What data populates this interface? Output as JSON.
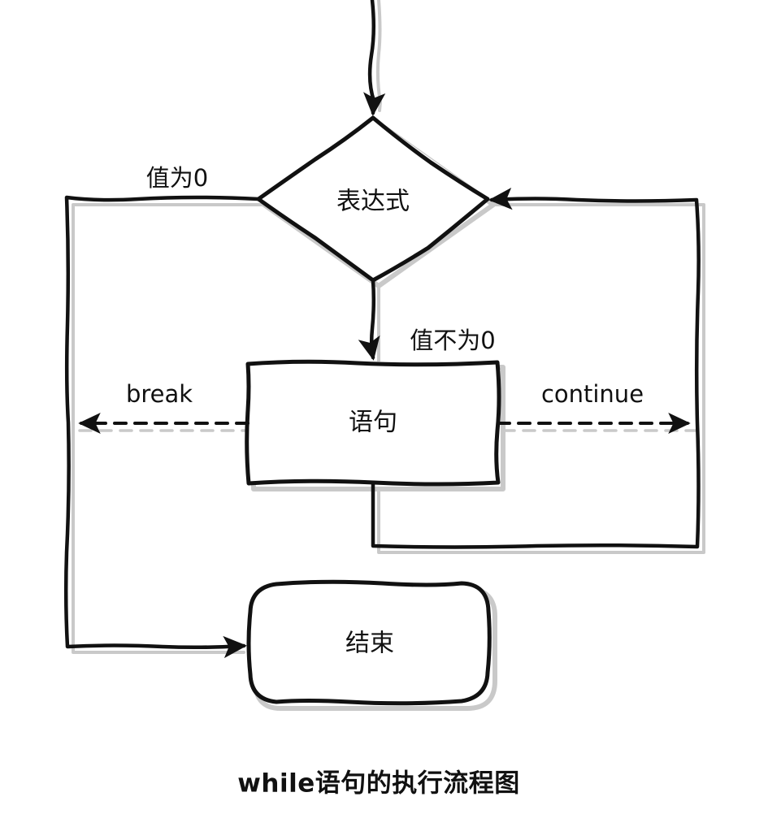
{
  "diagram": {
    "type": "flowchart",
    "title": "while语句的执行流程图",
    "style": "hand-drawn sketch with grey drop shadow",
    "colors": {
      "stroke": "#111111",
      "shadow": "#c9c9c9",
      "background": "#ffffff",
      "fill": "#ffffff"
    },
    "nodes": [
      {
        "id": "expression",
        "label": "表达式",
        "shape": "diamond"
      },
      {
        "id": "statement",
        "label": "语句",
        "shape": "rectangle"
      },
      {
        "id": "end",
        "label": "结束",
        "shape": "rounded-rectangle"
      }
    ],
    "edges": [
      {
        "id": "entry",
        "from": "entry-point",
        "to": "expression",
        "label": "",
        "style": "solid",
        "arrow": "end"
      },
      {
        "id": "false-branch",
        "from": "expression",
        "to": "end",
        "label": "值为0",
        "style": "solid",
        "arrow": "end"
      },
      {
        "id": "true-branch",
        "from": "expression",
        "to": "statement",
        "label": "值不为0",
        "style": "solid",
        "arrow": "end"
      },
      {
        "id": "loop-back",
        "from": "statement",
        "to": "expression",
        "label": "",
        "style": "solid",
        "arrow": "end"
      },
      {
        "id": "break-edge",
        "from": "statement",
        "to": "end-path",
        "label": "break",
        "style": "dashed",
        "arrow": "end"
      },
      {
        "id": "continue-edge",
        "from": "statement",
        "to": "loop-path",
        "label": "continue",
        "style": "dashed",
        "arrow": "end"
      }
    ],
    "labels": {
      "value_is_zero": "值为0",
      "value_not_zero": "值不为0",
      "break": "break",
      "continue": "continue"
    },
    "caption": "while语句的执行流程图"
  }
}
